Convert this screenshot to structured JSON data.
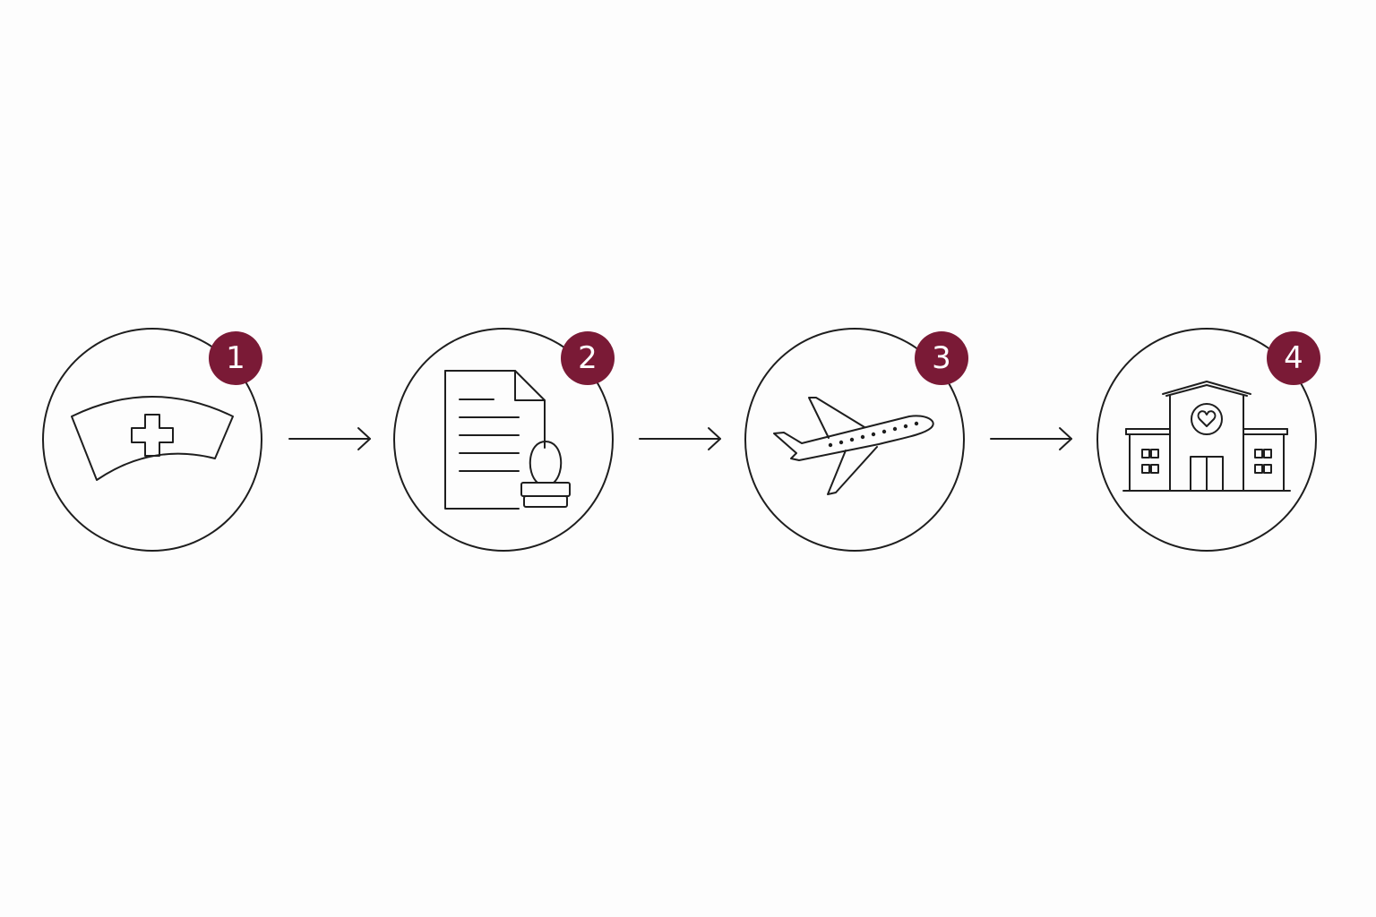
{
  "colors": {
    "accent": "#7a1a36",
    "stroke": "#1e1e1e",
    "background": "#fdfdfd"
  },
  "steps": [
    {
      "number": "1",
      "icon": "nurse-cap-icon"
    },
    {
      "number": "2",
      "icon": "stamped-document-icon"
    },
    {
      "number": "3",
      "icon": "airplane-icon"
    },
    {
      "number": "4",
      "icon": "hospital-icon"
    }
  ],
  "connectors": [
    "arrow-right-icon",
    "arrow-right-icon",
    "arrow-right-icon"
  ]
}
